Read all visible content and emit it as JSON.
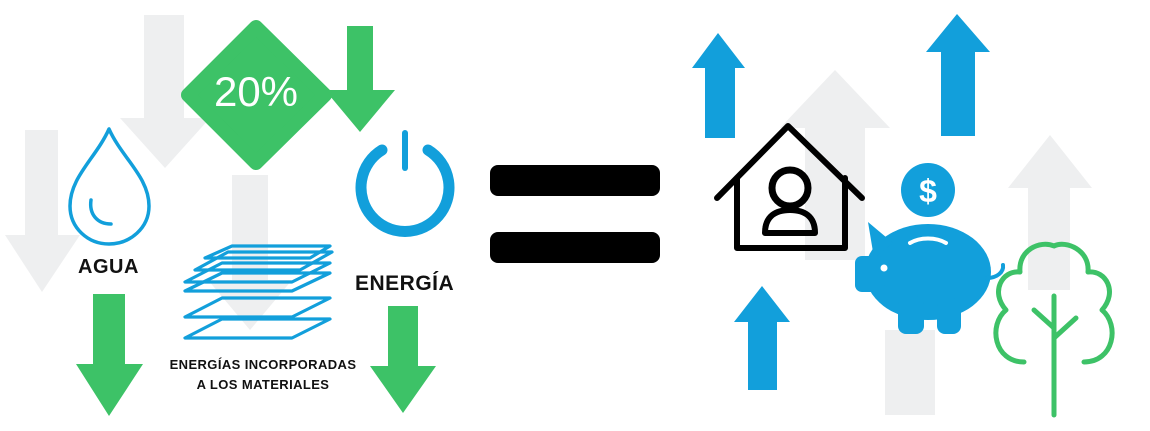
{
  "labels": {
    "agua": "AGUA",
    "energia": "ENERGÍA",
    "materiales_line1": "ENERGÍAS INCORPORADAS",
    "materiales_line2": "A LOS MATERIALES",
    "reduction_badge": "20%",
    "dollar_symbol": "$"
  },
  "icons": {
    "water": "water-drop-icon",
    "materials": "material-layers-icon",
    "energy": "power-icon",
    "equals": "equals-sign-icon",
    "home": "house-person-icon",
    "savings": "piggy-bank-icon",
    "coin": "dollar-coin-icon",
    "nature": "tree-icon"
  },
  "colors": {
    "green": "#3DC267",
    "blue": "#129FDB",
    "gray_arrow": "#EEEFF0",
    "black": "#000000"
  }
}
